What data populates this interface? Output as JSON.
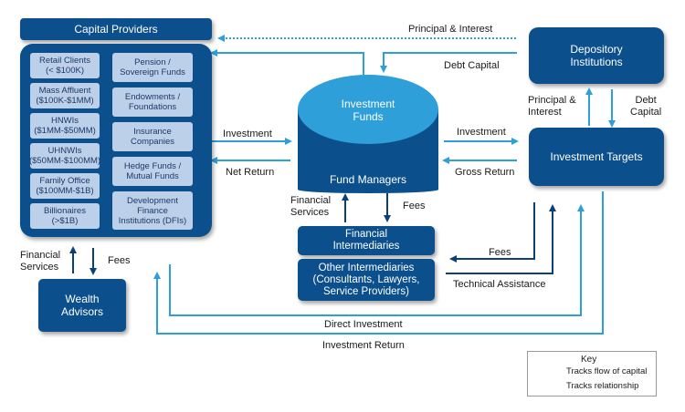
{
  "capital_providers": {
    "title": "Capital Providers",
    "left_column": [
      "Retail Clients\n(< $100K)",
      "Mass Affluent\n($100K-$1MM)",
      "HNWIs\n($1MM-$50MM)",
      "UHNWIs\n($50MM-$100MM)",
      "Family Office\n($100MM-$1B)",
      "Billionaires\n(>$1B)"
    ],
    "right_column": [
      "Pension /\nSovereign Funds",
      "Endowments /\nFoundations",
      "Insurance\nCompanies",
      "Hedge Funds /\nMutual Funds",
      "Development\nFinance\nInstitutions (DFIs)"
    ]
  },
  "nodes": {
    "investment_funds": "Investment\nFunds",
    "fund_managers": "Fund Managers",
    "depository_institutions": "Depository\nInstitutions",
    "investment_targets": "Investment Targets",
    "financial_intermediaries": "Financial\nIntermediaries",
    "other_intermediaries": "Other Intermediaries\n(Consultants, Lawyers,\nService Providers)",
    "wealth_advisors": "Wealth\nAdvisors"
  },
  "flows": {
    "principal_interest_top": "Principal & Interest",
    "debt_capital_top": "Debt Capital",
    "principal_interest_right": "Principal &\nInterest",
    "debt_capital_right": "Debt\nCapital",
    "investment_left": "Investment",
    "net_return": "Net Return",
    "investment_right": "Investment",
    "gross_return": "Gross Return",
    "financial_services_mid": "Financial\nServices",
    "fees_mid": "Fees",
    "fees_right": "Fees",
    "technical_assistance": "Technical Assistance",
    "financial_services_left": "Financial\nServices",
    "fees_left": "Fees",
    "direct_investment": "Direct Investment",
    "investment_return": "Investment Return"
  },
  "key": {
    "title": "Key",
    "capital": "Tracks flow of capital",
    "relationship": "Tracks relationship"
  },
  "colors": {
    "dark_blue": "#0b4f8c",
    "light_blue": "#2e9fd8",
    "sub_box": "#bcd0ea"
  }
}
